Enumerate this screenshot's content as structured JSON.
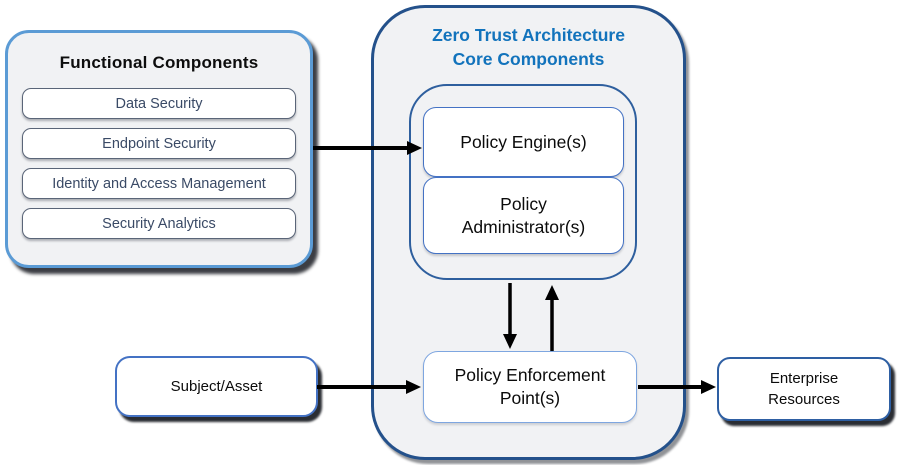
{
  "colors": {
    "accent_title_blue": "#1273BC",
    "left_panel_border": "#5B9BD5",
    "core_panel_border": "#24518B",
    "pdp_group_border": "#2E5F9E",
    "policy_box_border": "#4472C4",
    "pep_box_border": "#7EA6E0",
    "panel_fill": "#F1F2F4",
    "item_text": "#3A4A66",
    "arrow": "#000000"
  },
  "left_panel": {
    "title": "Functional Components",
    "items": [
      {
        "label": "Data Security"
      },
      {
        "label": "Endpoint Security"
      },
      {
        "label": "Identity and Access Management"
      },
      {
        "label": "Security Analytics"
      }
    ]
  },
  "core_panel": {
    "title_line1": "Zero Trust Architecture",
    "title_line2": "Core Components",
    "policy_engine_label": "Policy Engine(s)",
    "policy_administrator_label": "Policy Administrator(s)",
    "policy_enforcement_label": "Policy Enforcement Point(s)"
  },
  "subject_asset": {
    "label": "Subject/Asset"
  },
  "enterprise_resources": {
    "label": "Enterprise Resources"
  }
}
